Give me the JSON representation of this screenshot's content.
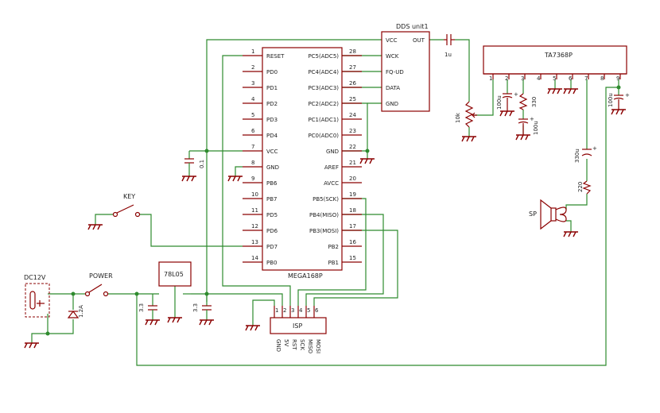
{
  "mcu": {
    "name": "MEGA168P",
    "left_pins": [
      {
        "num": "1",
        "name": "RESET"
      },
      {
        "num": "2",
        "name": "PD0"
      },
      {
        "num": "3",
        "name": "PD1"
      },
      {
        "num": "4",
        "name": "PD2"
      },
      {
        "num": "5",
        "name": "PD3"
      },
      {
        "num": "6",
        "name": "PD4"
      },
      {
        "num": "7",
        "name": "VCC"
      },
      {
        "num": "8",
        "name": "GND"
      },
      {
        "num": "9",
        "name": "PB6"
      },
      {
        "num": "10",
        "name": "PB7"
      },
      {
        "num": "11",
        "name": "PD5"
      },
      {
        "num": "12",
        "name": "PD6"
      },
      {
        "num": "13",
        "name": "PD7"
      },
      {
        "num": "14",
        "name": "PB0"
      }
    ],
    "right_pins": [
      {
        "num": "28",
        "name": "PC5(ADC5)"
      },
      {
        "num": "27",
        "name": "PC4(ADC4)"
      },
      {
        "num": "26",
        "name": "PC3(ADC3)"
      },
      {
        "num": "25",
        "name": "PC2(ADC2)"
      },
      {
        "num": "24",
        "name": "PC1(ADC1)"
      },
      {
        "num": "23",
        "name": "PC0(ADC0)"
      },
      {
        "num": "22",
        "name": "GND"
      },
      {
        "num": "21",
        "name": "AREF"
      },
      {
        "num": "20",
        "name": "AVCC"
      },
      {
        "num": "19",
        "name": "PB5(SCK)"
      },
      {
        "num": "18",
        "name": "PB4(MISO)"
      },
      {
        "num": "17",
        "name": "PB3(MOSI)"
      },
      {
        "num": "16",
        "name": "PB2"
      },
      {
        "num": "15",
        "name": "PB1"
      }
    ]
  },
  "dds": {
    "name": "DDS unit1",
    "pins": [
      "VCC",
      "WCK",
      "FQ-UD",
      "DATA",
      "GND"
    ],
    "out_label": "OUT"
  },
  "amp": {
    "name": "TA7368P",
    "pin_numbers": [
      "1",
      "2",
      "3",
      "4",
      "5",
      "6",
      "7",
      "8",
      "9"
    ]
  },
  "isp": {
    "name": "ISP",
    "pin_numbers": [
      "1",
      "2",
      "3",
      "4",
      "5",
      "6"
    ],
    "signals": [
      "GND",
      "5V",
      "RST",
      "SCK",
      "MISO",
      "MOSI"
    ]
  },
  "regulator": {
    "name": "78L05"
  },
  "labels": {
    "dc_jack": "DC12V",
    "power_switch": "POWER",
    "key_switch": "KEY",
    "speaker": "SP",
    "diode_rating": "1.2A"
  },
  "values": {
    "c_out": "1u",
    "pot": "10k",
    "c_vcc": "0.1",
    "c_reg_in": "3.3",
    "c_reg_out": "3.3",
    "c_amp_2": "100u",
    "r_amp_3": "330",
    "c_amp_3": "100u",
    "c_amp_out": "330u",
    "r_spk": "220",
    "c_amp_9": "100u"
  },
  "colors": {
    "component": "#8b0000",
    "wire": "#2e8b2e",
    "text": "#222222"
  }
}
